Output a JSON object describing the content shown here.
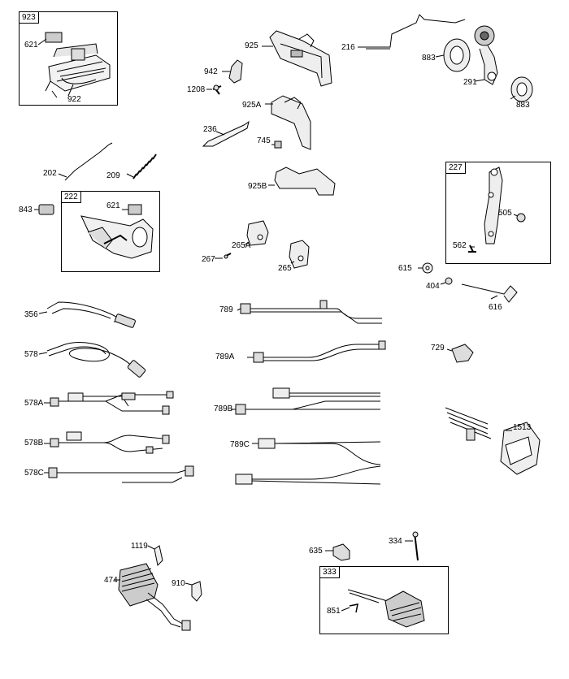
{
  "groups": [
    {
      "id": "923",
      "title": "923",
      "parts": [
        "621",
        "922"
      ]
    },
    {
      "id": "222",
      "title": "222",
      "parts": [
        "621"
      ]
    },
    {
      "id": "227",
      "title": "227",
      "parts": [
        "505",
        "562"
      ]
    },
    {
      "id": "333",
      "title": "333",
      "parts": [
        "851"
      ]
    }
  ],
  "callouts": {
    "p621a": "621",
    "p922": "922",
    "p925": "925",
    "p942": "942",
    "p1208": "1208",
    "p216": "216",
    "p883a": "883",
    "p291": "291",
    "p883b": "883",
    "p925a": "925A",
    "p236": "236",
    "p745": "745",
    "p202": "202",
    "p209": "209",
    "p925b": "925B",
    "p843": "843",
    "p621b": "621",
    "p505": "505",
    "p562": "562",
    "p265a": "265A",
    "p267": "267",
    "p265": "265",
    "p615": "615",
    "p404": "404",
    "p616": "616",
    "p356": "356",
    "p789": "789",
    "p578": "578",
    "p789a": "789A",
    "p729": "729",
    "p578a": "578A",
    "p789b": "789B",
    "p1513": "1513",
    "p578b": "578B",
    "p789c": "789C",
    "p578c": "578C",
    "p1119": "1119",
    "p474": "474",
    "p910": "910",
    "p635": "635",
    "p334": "334",
    "p851": "851"
  }
}
